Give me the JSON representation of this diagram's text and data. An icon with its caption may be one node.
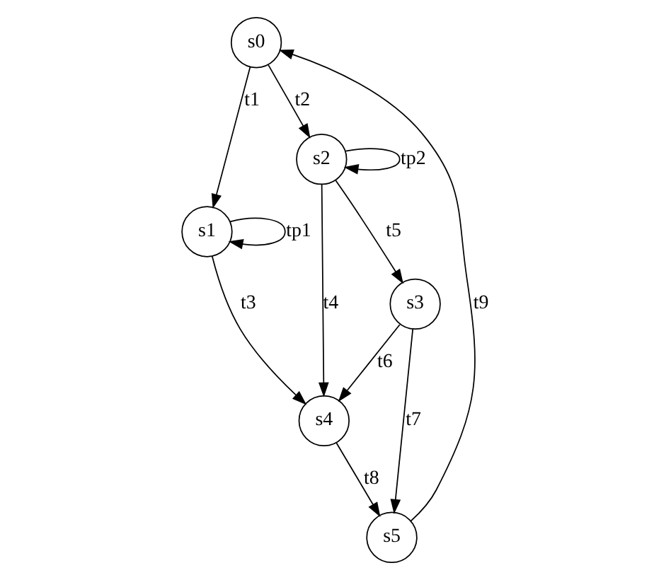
{
  "diagram": {
    "nodes": [
      {
        "text": [
          "s0"
        ]
      },
      {
        "text": [
          "s1"
        ]
      },
      {
        "text": [
          "s2"
        ]
      },
      {
        "text": [
          "s3"
        ]
      },
      {
        "text": [
          "s4"
        ]
      },
      {
        "text": [
          "s5"
        ]
      }
    ],
    "edges": [
      {
        "from": 0,
        "to": 1,
        "arrow": "to",
        "label": "t1"
      },
      {
        "from": 0,
        "to": 2,
        "arrow": "to",
        "label": "t2"
      },
      {
        "from": 1,
        "to": 1,
        "arrow": "to",
        "label": "tp1"
      },
      {
        "from": 2,
        "to": 2,
        "arrow": "to",
        "label": "tp2"
      },
      {
        "from": 2,
        "to": 3,
        "arrow": "to",
        "label": "t5"
      },
      {
        "from": 1,
        "to": 4,
        "arrow": "to",
        "label": "t3"
      },
      {
        "from": 2,
        "to": 4,
        "arrow": "to",
        "label": "t4"
      },
      {
        "from": 3,
        "to": 4,
        "arrow": "to",
        "label": "t6"
      },
      {
        "from": 3,
        "to": 5,
        "arrow": "to",
        "label": "t7"
      },
      {
        "from": 4,
        "to": 5,
        "arrow": "to",
        "label": "t8"
      },
      {
        "from": 5,
        "to": 0,
        "arrow": "to",
        "label": "t9"
      }
    ]
  }
}
